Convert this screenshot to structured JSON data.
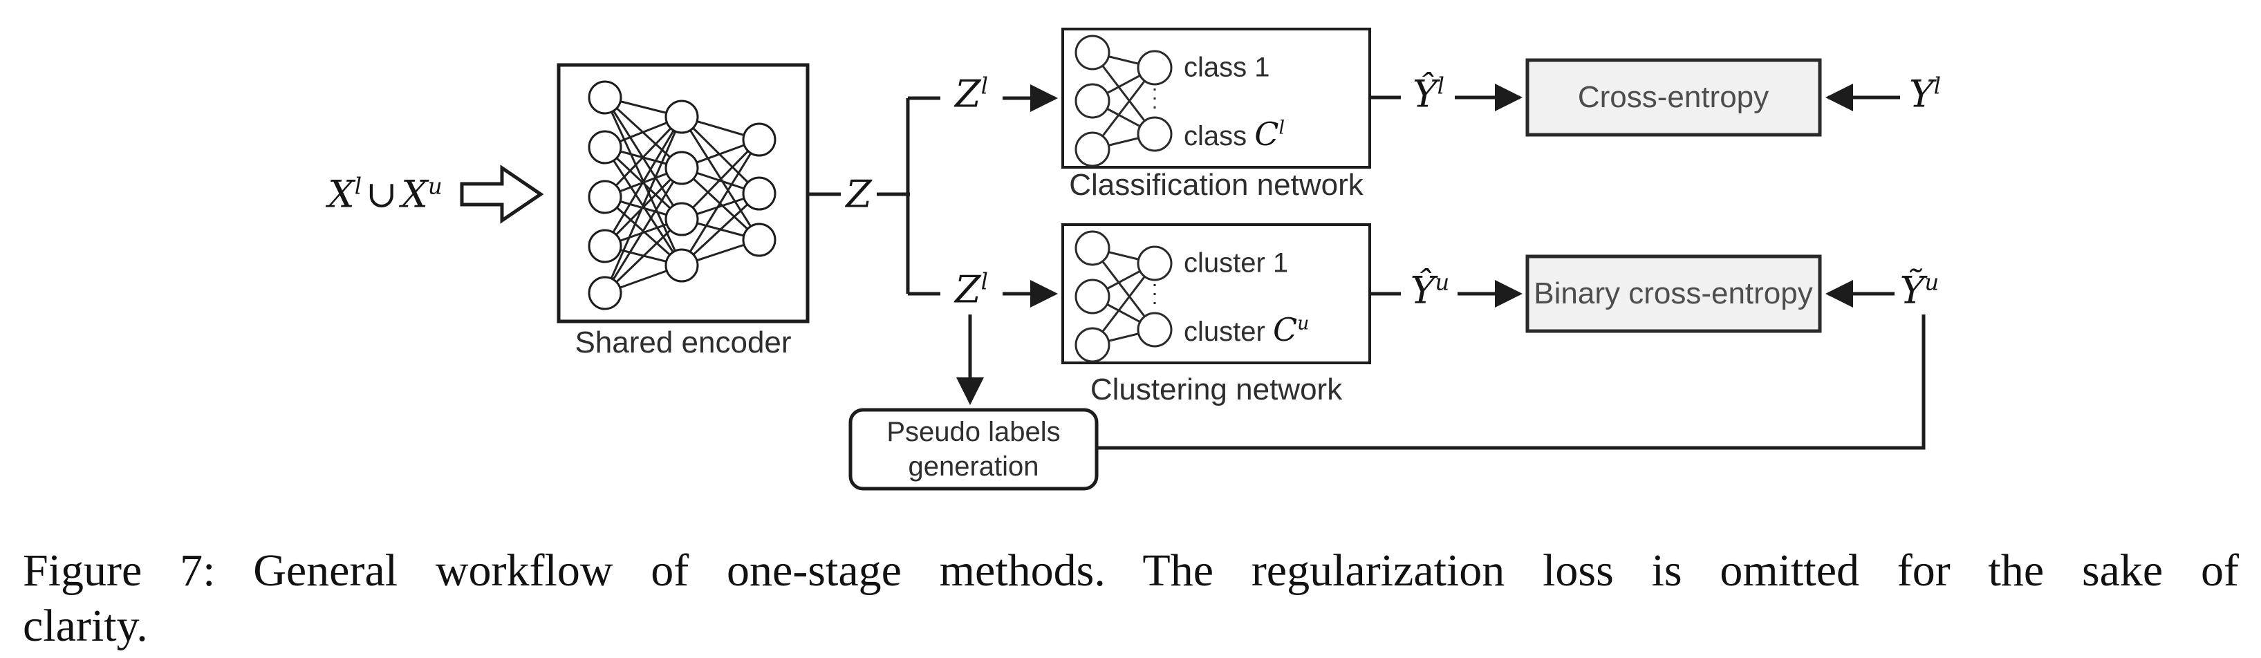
{
  "figure": {
    "input_label": {
      "base1": "X",
      "sup1": "l",
      "op": "∪",
      "base2": "X",
      "sup2": "u"
    },
    "encoder": {
      "caption": "Shared encoder"
    },
    "latent": {
      "label": "Z"
    },
    "branch_top_label": {
      "base": "Z",
      "sup": "l"
    },
    "branch_bottom_label": {
      "base": "Z",
      "sup": "l"
    },
    "classification": {
      "caption": "Classification network",
      "first_unit": "class 1",
      "last_unit_prefix": "class ",
      "last_unit_base": "C",
      "last_unit_sup": "l"
    },
    "clustering": {
      "caption": "Clustering network",
      "first_unit": "cluster 1",
      "last_unit_prefix": "cluster ",
      "last_unit_base": "C",
      "last_unit_sup": "u"
    },
    "cross_entropy": {
      "label": "Cross-entropy"
    },
    "binary_cross_entropy": {
      "label": "Binary cross-entropy"
    },
    "pred_labeled": {
      "base": "Ŷ",
      "sup": "l"
    },
    "true_labeled": {
      "base": "Y",
      "sup": "l"
    },
    "pred_unlabeled": {
      "base": "Ŷ",
      "sup": "u"
    },
    "pseudo_labels_var": {
      "base": "Ỹ",
      "sup": "u"
    },
    "pseudo_box": {
      "line1": "Pseudo labels",
      "line2": "generation"
    }
  },
  "caption": {
    "line1": "Figure 7: General workflow of one-stage methods. The regularization loss is omitted for the sake of",
    "line2": "clarity."
  },
  "colors": {
    "line": "#1c1c1c",
    "loss_box_fill": "#f1f1f1",
    "loss_box_border": "#2a2a2a",
    "loss_box_text": "#4d4d4d",
    "label_text": "#2e2e2e",
    "caption_text": "#111111"
  }
}
